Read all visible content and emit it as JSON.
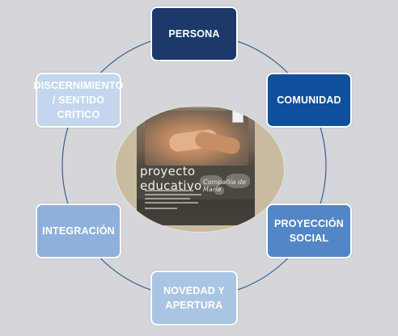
{
  "diagram": {
    "nodes": [
      {
        "id": "persona",
        "label": "PERSONA",
        "bg": "#1b3a6b",
        "fg": "#ffffff"
      },
      {
        "id": "comunidad",
        "label": "COMUNIDAD",
        "bg": "#0f4f9b",
        "fg": "#ffffff"
      },
      {
        "id": "proyeccion",
        "label": "PROYECCIÓN\nSOCIAL",
        "bg": "#5386c7",
        "fg": "#ffffff"
      },
      {
        "id": "novedad",
        "label": "NOVEDAD Y\nAPERTURA",
        "bg": "#aac4e4",
        "fg": "#ffffff"
      },
      {
        "id": "integracion",
        "label": "INTEGRACIÓN",
        "bg": "#8fb0dc",
        "fg": "#ffffff"
      },
      {
        "id": "discernimiento",
        "label": "DISCERNIMIENTO\n/ SENTIDO\nCRÍTICO",
        "bg": "#c3d6ee",
        "fg": "#ffffff"
      }
    ],
    "ring_color": "#3f5e8f",
    "background": "#d4d6d9"
  },
  "center": {
    "cover_title": "proyecto educativo",
    "cover_subtitle": "Compañía de María"
  }
}
